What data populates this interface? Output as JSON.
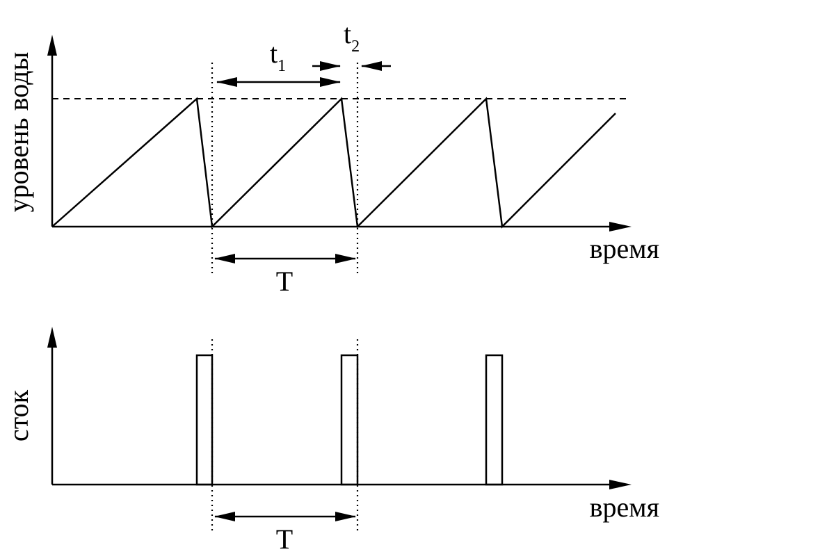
{
  "top_panel": {
    "y_label": "уровень воды",
    "x_label": "время",
    "period_label": "T",
    "t1_label": "t",
    "t1_sub": "1",
    "t2_label": "t",
    "t2_sub": "2"
  },
  "bottom_panel": {
    "y_label": "сток",
    "x_label": "время",
    "period_label": "T"
  }
}
